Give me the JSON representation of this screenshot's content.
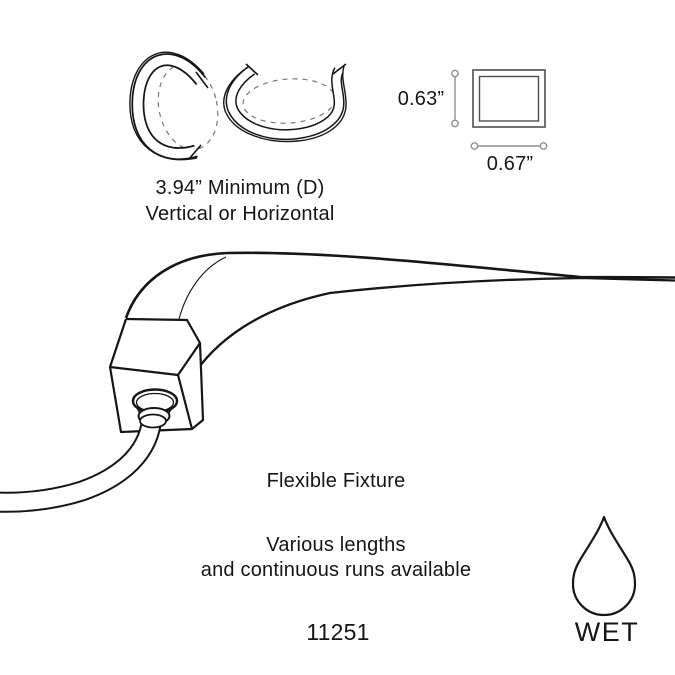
{
  "bend_diagram": {
    "label_line1": "3.94” Minimum (D)",
    "label_line2": "Vertical or Horizontal"
  },
  "cross_section": {
    "height_label": "0.63”",
    "width_label": "0.67”"
  },
  "fixture": {
    "title": "Flexible Fixture",
    "availability_line1": "Various lengths",
    "availability_line2": "and continuous runs available",
    "product_number": "11251"
  },
  "rating": {
    "label": "WET",
    "icon": "water-drop-icon"
  },
  "colors": {
    "background": "#ffffff",
    "line": "#161616",
    "dimension_line": "#8f8f8f",
    "section_line": "#4f4f4f",
    "dashed_guide": "#777777",
    "text": "#161616"
  }
}
